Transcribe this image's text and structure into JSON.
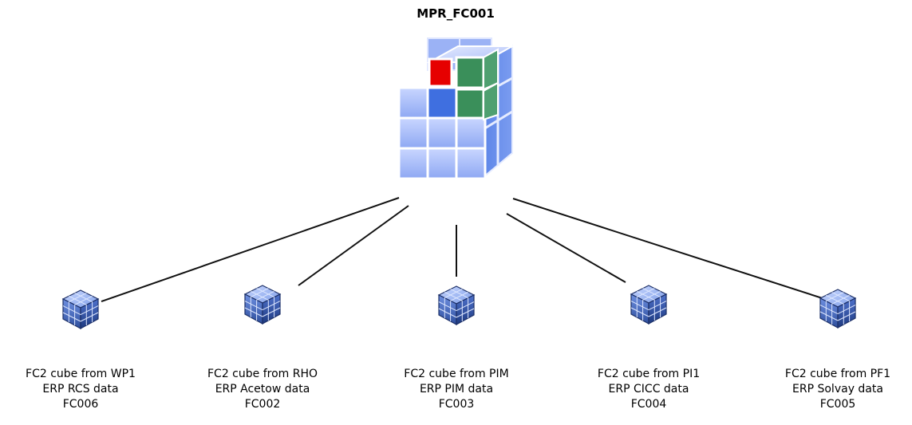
{
  "root": {
    "title": "MPR_FC001",
    "cube_icon": "olap-cube-large-icon",
    "highlight_colors": {
      "red": "#e60000",
      "green": "#3a8f5a",
      "cube_blue": "#8fa9f5"
    }
  },
  "children": [
    {
      "icon": "olap-cube-small-icon",
      "line1": "FC2 cube from WP1",
      "line2": "ERP RCS data",
      "line3": "FC006"
    },
    {
      "icon": "olap-cube-small-icon",
      "line1": "FC2 cube from RHO",
      "line2": "ERP Acetow data",
      "line3": "FC002"
    },
    {
      "icon": "olap-cube-small-icon",
      "line1": "FC2 cube from PIM",
      "line2": "ERP PIM data",
      "line3": "FC003"
    },
    {
      "icon": "olap-cube-small-icon",
      "line1": "FC2 cube from PI1",
      "line2": "ERP CICC data",
      "line3": "FC004"
    },
    {
      "icon": "olap-cube-small-icon",
      "line1": "FC2 cube from PF1",
      "line2": "ERP Solvay data",
      "line3": "FC005"
    }
  ]
}
